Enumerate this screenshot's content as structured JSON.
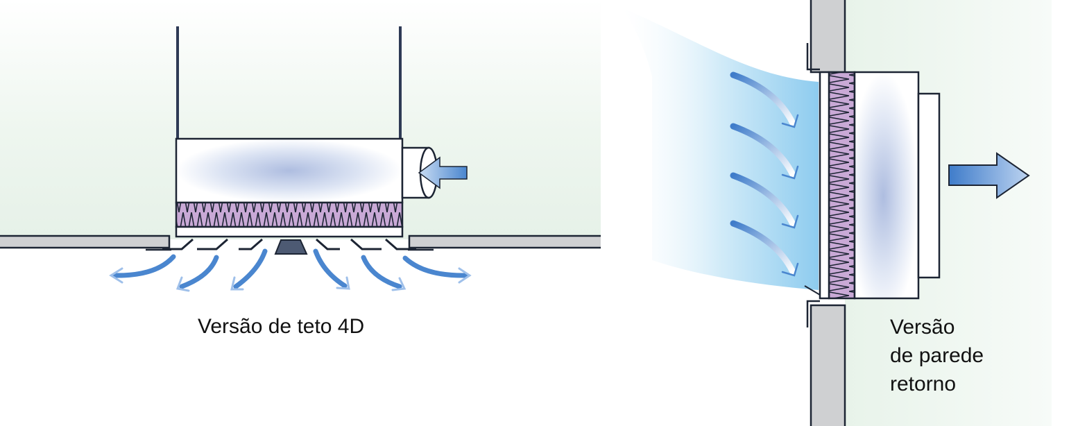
{
  "labels": {
    "ceiling_version": "Versão de teto 4D",
    "wall_version": [
      "Versão",
      "de parede",
      "retorno"
    ]
  },
  "colors": {
    "filter_fill": "#c9a9d6",
    "arrow_blue": "#4a86cf",
    "arrow_light": "#dbe8f8",
    "outline": "#1c2433",
    "wall_gray": "#cfd0d2",
    "room_tint": "#e9f3ea",
    "air_blue": "#8fcdf0"
  },
  "icons": {
    "intake_arrow": "arrow-right-icon",
    "outlet_arrow": "arrow-right-icon",
    "airflow": "curved-arrow-icon"
  }
}
